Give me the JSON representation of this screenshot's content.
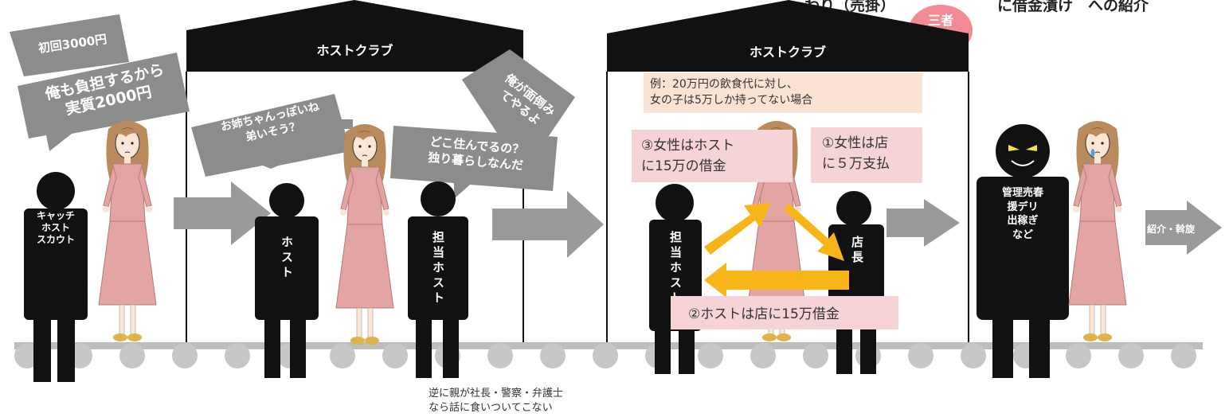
{
  "header": {
    "left": "わり（売掛）",
    "right": "に借金漬け　への紹介"
  },
  "badge": {
    "text": "三者\n契約",
    "color": "#f28b93"
  },
  "clubs": [
    {
      "label": "ホストクラブ"
    },
    {
      "label": "ホストクラブ"
    }
  ],
  "bubbles": {
    "first_visit": "初回3000円",
    "share_cost": "俺も負担するから\n実質2000円",
    "sister": "お姉ちゃんっぽいね\n弟いそう？",
    "where_live": "どこ住んでるの？\n独り暮らしなんだ",
    "take_care": "俺が面倒み\nてやるよ"
  },
  "figures": {
    "catch": "キャッチ\nホスト\nスカウト",
    "host": "ホスト",
    "tanto1": "担当ホスト",
    "tanto2": "担当ホスト",
    "manager": "店長",
    "broker": "管理売春\n援デリ\n出稼ぎ\nなど"
  },
  "boxes": {
    "example": "例：20万円の飲食代に対し、\n女の子は5万しか持ってない場合",
    "woman_host": "③女性はホスト\nに15万の借金",
    "woman_store": "①女性は店\nに５万支払",
    "host_store": "②ホストは店に15万借金"
  },
  "arrows": {
    "last_label": "紹介・斡旋"
  },
  "note": "逆に親が社長・警察・弁護士\nなら話に食いついてこない",
  "colors": {
    "gray": "#8c8c8c",
    "arrow_gray": "#9a9a9a",
    "black": "#111111",
    "yellow_arrow": "#f7b519",
    "pink_box": "#f6d3d6",
    "peach_box": "#fbe3d3",
    "dress": "#e3a4a4",
    "hair": "#b98a5c"
  }
}
